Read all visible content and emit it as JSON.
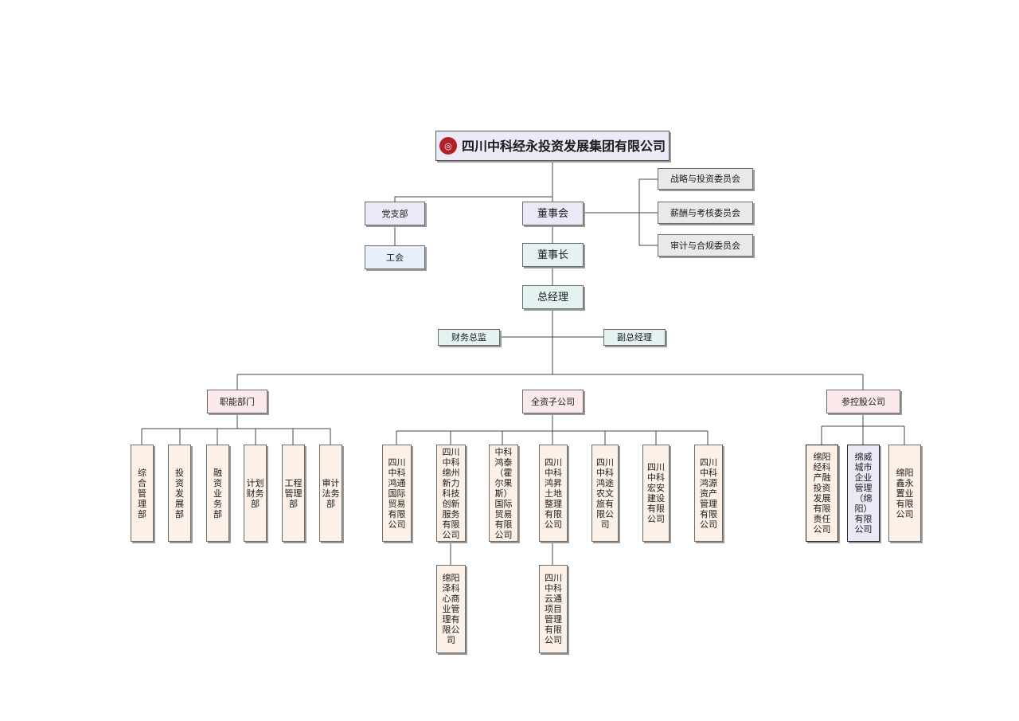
{
  "root": "四川中科经永投资发展集团有限公司",
  "party_branch": "党支部",
  "union": "工会",
  "board": "董事会",
  "committees": [
    "战略与投资委员会",
    "薪酬与考核委员会",
    "审计与合规委员会"
  ],
  "chairman": "董事长",
  "general_manager": "总经理",
  "cfo": "财务总监",
  "deputy_gm": "副总经理",
  "groups": {
    "functional": "职能部门",
    "wholly_owned": "全资子公司",
    "holding": "参控股公司"
  },
  "departments": [
    "综合管理部",
    "投资发展部",
    "融资业务部",
    "计划财务部",
    "工程管理部",
    "审计法务部"
  ],
  "subsidiaries": [
    "四川中科鸿通国际贸易有限公司",
    "四川中科绵州新力科技创新服务有限公司",
    "中科鸿泰（霍尔果斯）国际贸易有限公司",
    "四川中科鸿昇土地整理有限公司",
    "四川中科鸿途农文旅有限公司",
    "四川中科宏安建设有限公司",
    "四川中科鸿源资产管理有限公司"
  ],
  "sub_subsidiaries": [
    "绵阳泽科心商业管理有限公司",
    "四川中科云通项目管理有限公司"
  ],
  "holdings": [
    "绵阳经科产融投资发展有限责任公司",
    "绵威城市企业管理（绵阳）有限公司",
    "绵阳鑫永置业有限公司"
  ]
}
